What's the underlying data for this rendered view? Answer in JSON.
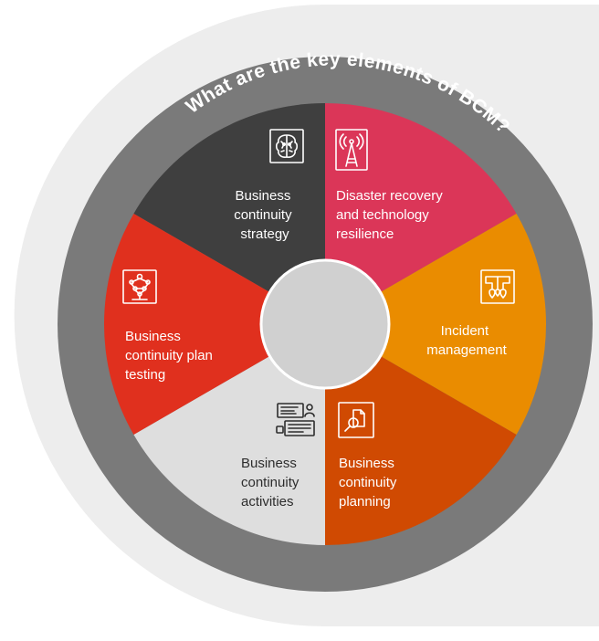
{
  "title": "What are the key elements of BCM?",
  "colors": {
    "ring": "#7a7a7a",
    "background_disc": "#ededed",
    "hub": "#d0d0d0",
    "hub_stroke": "#ffffff"
  },
  "segments": [
    {
      "key": "strategy",
      "label_lines": [
        "Business",
        "continuity",
        "strategy"
      ],
      "color": "#3f3f3f",
      "text_color": "#ffffff",
      "icon": "brain-circuit-icon",
      "align": "middle"
    },
    {
      "key": "disaster",
      "label_lines": [
        "Disaster recovery",
        "and technology",
        "resilience"
      ],
      "color": "#db3658",
      "text_color": "#ffffff",
      "icon": "radio-tower-icon",
      "align": "start"
    },
    {
      "key": "incident",
      "label_lines": [
        "Incident",
        "management"
      ],
      "color": "#ea8c00",
      "text_color": "#ffffff",
      "icon": "map-pins-flow-icon",
      "align": "middle"
    },
    {
      "key": "planning",
      "label_lines": [
        "Business",
        "continuity",
        "planning"
      ],
      "color": "#d04a02",
      "text_color": "#ffffff",
      "icon": "document-magnifier-icon",
      "align": "start"
    },
    {
      "key": "activities",
      "label_lines": [
        "Business",
        "continuity",
        "activities"
      ],
      "color": "#dedede",
      "text_color": "#2d2d2d",
      "icon": "chat-messages-icon",
      "align": "start"
    },
    {
      "key": "testing",
      "label_lines": [
        "Business",
        "continuity plan",
        "testing"
      ],
      "color": "#e0301e",
      "text_color": "#ffffff",
      "icon": "network-tree-icon",
      "align": "start"
    }
  ]
}
